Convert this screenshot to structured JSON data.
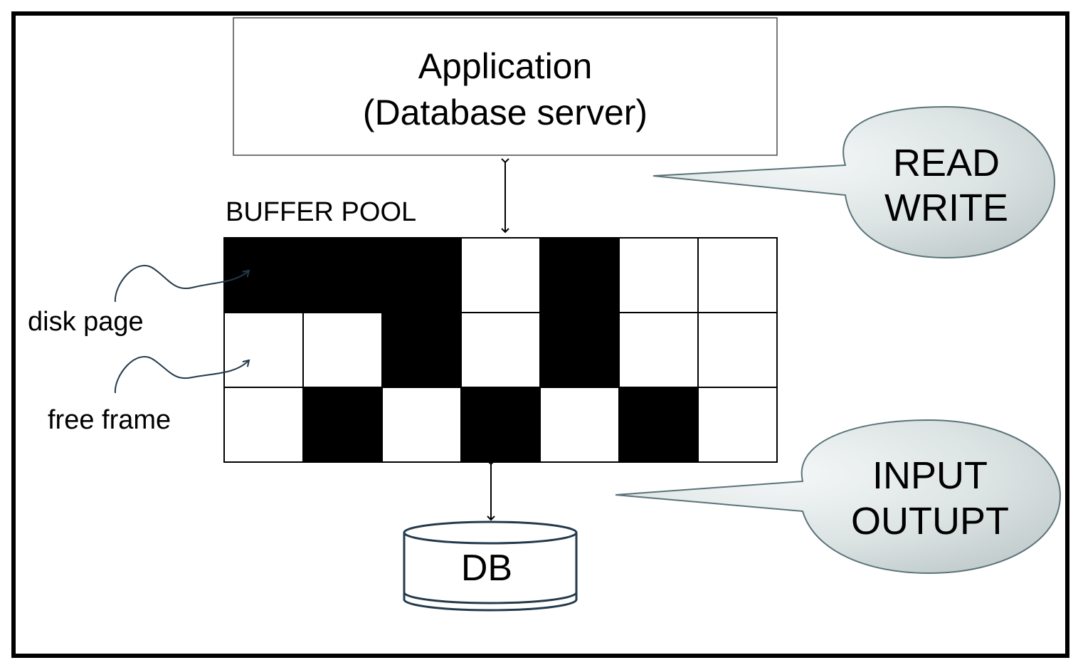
{
  "application": {
    "line1": "Application",
    "line2": "(Database server)"
  },
  "buffer_pool": {
    "title": "BUFFER POOL",
    "rows": [
      [
        "disk page",
        "disk page",
        "disk page",
        "free frame",
        "disk page",
        "free frame",
        "free frame"
      ],
      [
        "free frame",
        "free frame",
        "disk page",
        "free frame",
        "disk page",
        "free frame",
        "free frame"
      ],
      [
        "free frame",
        "disk page",
        "free frame",
        "disk page",
        "free frame",
        "disk page",
        "free frame"
      ]
    ]
  },
  "labels": {
    "disk_page": "disk page",
    "free_frame": "free frame"
  },
  "callouts": {
    "read_write": {
      "line1": "READ",
      "line2": "WRITE"
    },
    "input_output": {
      "line1": "INPUT",
      "line2": "OUTUPT"
    }
  },
  "database": {
    "label": "DB"
  },
  "colors": {
    "frame_border": "#000000",
    "disk_page_fill": "#000000",
    "free_frame_fill": "#ffffff",
    "callout_fill": "#d4dcdc",
    "callout_stroke": "#5a7378"
  }
}
